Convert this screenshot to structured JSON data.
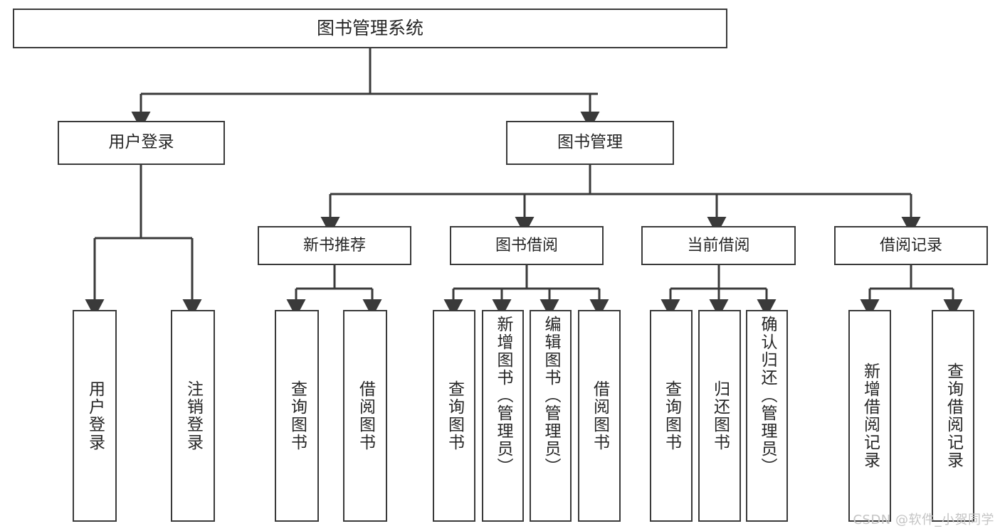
{
  "diagram": {
    "title_text": "图书管理系统",
    "type": "function-tree",
    "stroke_color": "#3a3a3a",
    "text_color": "#262626",
    "background_color": "#ffffff"
  },
  "nodes": {
    "root": {
      "label": "图书管理系统"
    },
    "level1": [
      {
        "id": "user-login",
        "label": "用户登录"
      },
      {
        "id": "book-management",
        "label": "图书管理"
      }
    ],
    "level2": [
      {
        "id": "new-book-recommend",
        "label": "新书推荐"
      },
      {
        "id": "book-borrow",
        "label": "图书借阅"
      },
      {
        "id": "current-borrow",
        "label": "当前借阅"
      },
      {
        "id": "borrow-record",
        "label": "借阅记录"
      }
    ],
    "leaves": [
      {
        "id": "leaf-user-login",
        "label": "用户登录"
      },
      {
        "id": "leaf-logout",
        "label": "注销登录"
      },
      {
        "id": "leaf-query-book-1",
        "label": "查询图书"
      },
      {
        "id": "leaf-borrow-book-1",
        "label": "借阅图书"
      },
      {
        "id": "leaf-query-book-2",
        "label": "查询图书"
      },
      {
        "id": "leaf-add-book",
        "label": "新增图书（管理员）"
      },
      {
        "id": "leaf-edit-book",
        "label": "编辑图书（管理员）"
      },
      {
        "id": "leaf-borrow-book-2",
        "label": "借阅图书"
      },
      {
        "id": "leaf-query-book-3",
        "label": "查询图书"
      },
      {
        "id": "leaf-return-book",
        "label": "归还图书"
      },
      {
        "id": "leaf-confirm-return",
        "label": "确认归还（管理员）"
      },
      {
        "id": "leaf-add-record",
        "label": "新增借阅记录"
      },
      {
        "id": "leaf-query-record",
        "label": "查询借阅记录"
      }
    ]
  },
  "watermark": {
    "text": "CSDN @软件_小贺同学"
  }
}
